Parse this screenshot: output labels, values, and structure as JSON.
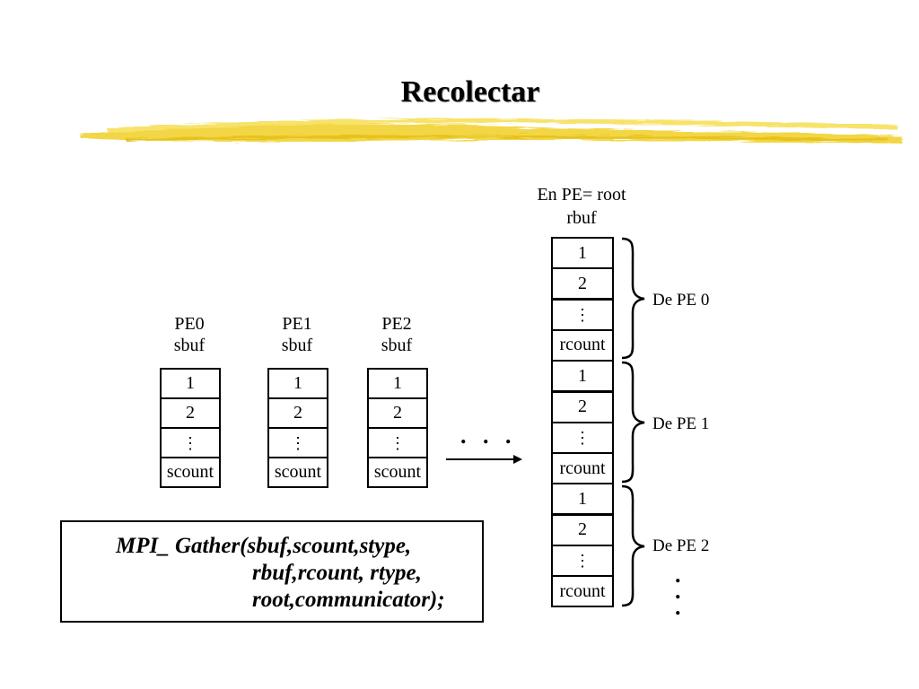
{
  "title": "Recolectar",
  "root_label": {
    "line1": "En PE= root",
    "line2": "rbuf"
  },
  "senders": [
    {
      "pe": "PE0",
      "buf": "sbuf",
      "cells": [
        "1",
        "2",
        "⋮",
        "scount"
      ]
    },
    {
      "pe": "PE1",
      "buf": "sbuf",
      "cells": [
        "1",
        "2",
        "⋮",
        "scount"
      ]
    },
    {
      "pe": "PE2",
      "buf": "sbuf",
      "cells": [
        "1",
        "2",
        "⋮",
        "scount"
      ]
    }
  ],
  "ellipsis": ". . .",
  "rbuf_blocks": [
    {
      "cells": [
        "1",
        "2",
        "⋮",
        "rcount"
      ],
      "origin": "De PE 0"
    },
    {
      "cells": [
        "1",
        "2",
        "⋮",
        "rcount"
      ],
      "origin": "De PE 1"
    },
    {
      "cells": [
        "1",
        "2",
        "⋮",
        "rcount"
      ],
      "origin": "De PE 2"
    }
  ],
  "more_dots": "⋮",
  "code": {
    "line1": "MPI_ Gather(sbuf,scount,stype,",
    "line2": "rbuf,rcount, rtype,",
    "line3": "root,communicator);"
  },
  "colors": {
    "highlighter": "#f2d231",
    "border": "#000000"
  }
}
